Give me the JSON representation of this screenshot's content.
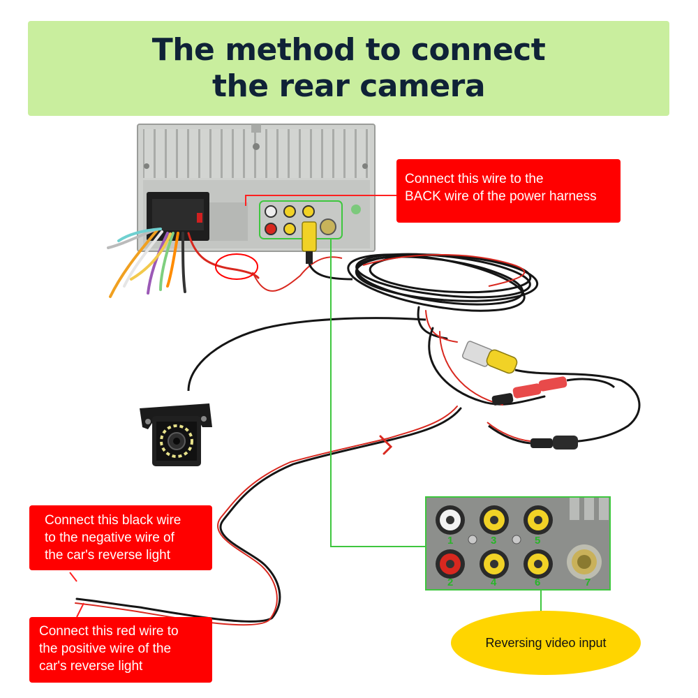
{
  "title": {
    "line1": "The method to connect",
    "line2": "the rear camera"
  },
  "callouts": {
    "back_wire": {
      "line1": "Connect this wire to the",
      "line2": "BACK wire of the power harness"
    },
    "black_wire": {
      "line1": "Connect this black wire",
      "line2": "to the negative wire of",
      "line3": "the car's reverse light"
    },
    "red_wire": {
      "line1": "Connect this red wire to",
      "line2": "the positive wire of the",
      "line3": "car's reverse light"
    }
  },
  "reversing_label": "Reversing video input",
  "port_numbers": [
    "1",
    "2",
    "3",
    "4",
    "5",
    "6",
    "7"
  ],
  "colors": {
    "banner": "#c9ee9e",
    "title_text": "#0f2237",
    "callout": "#ff0000",
    "oval": "#ffd500",
    "guide_line": "#3ec63e",
    "red_wire": "#d8281f",
    "black_wire": "#151515",
    "rca_yellow": "#f1d226"
  }
}
